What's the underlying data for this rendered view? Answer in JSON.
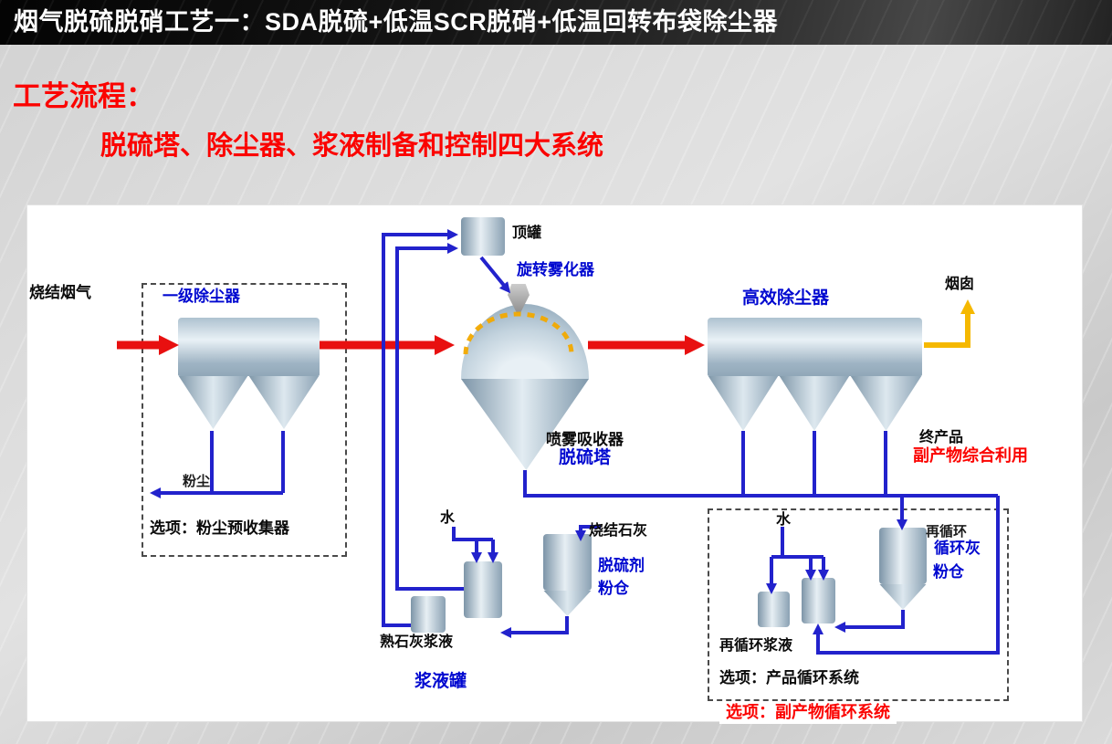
{
  "slide": {
    "title": "烟气脱硫脱硝工艺一：SDA脱硫+低温SCR脱硝+低温回转布袋除尘器",
    "heading1": "工艺流程：",
    "heading2": "脱硫塔、除尘器、浆液制备和控制四大系统"
  },
  "diagram": {
    "labels": {
      "sinter_flue_gas": "烧结烟气",
      "primary_collector": "一级除尘器",
      "dust": "粉尘",
      "option_precollector": "选项：粉尘预收集器",
      "top_tank": "顶罐",
      "rotary_atomizer": "旋转雾化器",
      "spray_absorber": "喷雾吸收器",
      "sda_tower": "脱硫塔",
      "high_eff_collector": "高效除尘器",
      "stack": "烟囱",
      "final_product": "终产品",
      "byproduct_use": "副产物综合利用",
      "water_left": "水",
      "sinter_lime": "烧结石灰",
      "sorbent_silo_line1": "脱硫剂",
      "sorbent_silo_line2": "粉仓",
      "hydrated_lime_slurry": "熟石灰浆液",
      "slurry_tank": "浆液罐",
      "water_right": "水",
      "recirculation": "再循环",
      "circ_ash_silo_line1": "循环灰",
      "circ_ash_silo_line2": "粉仓",
      "recirc_slurry": "再循环浆液",
      "option_product_circ": "选项：产品循环系统",
      "option_byproduct_circ": "选项：副产物循环系统"
    },
    "colors": {
      "pipe_blue": "#2222cc",
      "flow_red": "#e81010",
      "stack_yellow": "#f5b800",
      "spray_orange": "#f2a900",
      "label_blue": "#0008d0",
      "label_red": "#fb0300",
      "titlebar_bg": "#141414"
    }
  }
}
